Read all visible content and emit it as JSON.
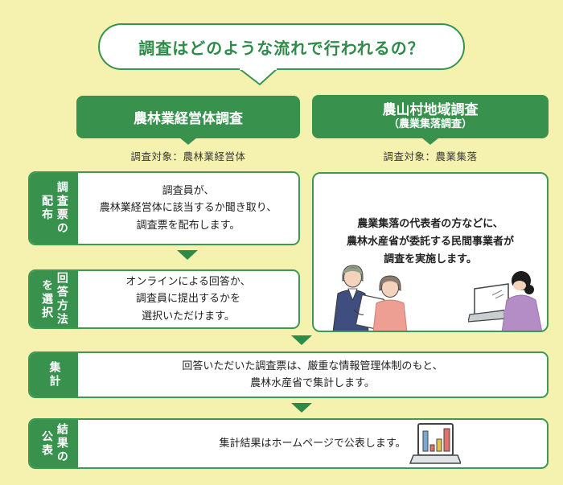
{
  "title": {
    "text": "調査はどのような流れで行われるの？"
  },
  "columns": {
    "left": {
      "header": "農林業経営体調査",
      "subject": "調査対象：農林業経営体"
    },
    "right": {
      "header_line1": "農山村地域調査",
      "header_line2": "（農業集落調査）",
      "subject": "調査対象：農業集落",
      "body": "農業集落の代表者の方などに、\n農林水産省が委託する民間事業者が\n調査を実施します。"
    }
  },
  "steps": [
    {
      "label": "調査票の\n配布",
      "body": "調査員が、\n農林業経営体に該当するか聞き取り、\n調査票を配布します。"
    },
    {
      "label": "回答方法\nを選択",
      "body": "オンラインによる回答か、\n調査員に提出するかを\n選択いただけます。"
    },
    {
      "label": "集計",
      "body": "回答いただいた調査票は、厳重な情報管理体制のもと、\n農林水産省で集計します。"
    },
    {
      "label": "結果の\n公表",
      "body": "集計結果はホームページで公表します。"
    }
  ],
  "icons": {
    "people_illustration": "surveyor-handing-form-to-resident",
    "laptop_woman_illustration": "woman-answering-on-laptop",
    "laptop_chart_icon": "laptop-with-bar-chart"
  },
  "colors": {
    "background": "#f4f2ae",
    "green_fill": "#38924e",
    "green_border": "#3d9a53",
    "title_green": "#2e8b47",
    "arrow_green": "#2e8b47",
    "chart_bar_blue": "#7ba7d7",
    "chart_bar_red": "#e0716b",
    "chart_bar_yellow": "#e3c64b",
    "suit_navy": "#3f4e7e",
    "sweater_pink": "#ec9f92",
    "top_purple": "#b48cc6"
  }
}
